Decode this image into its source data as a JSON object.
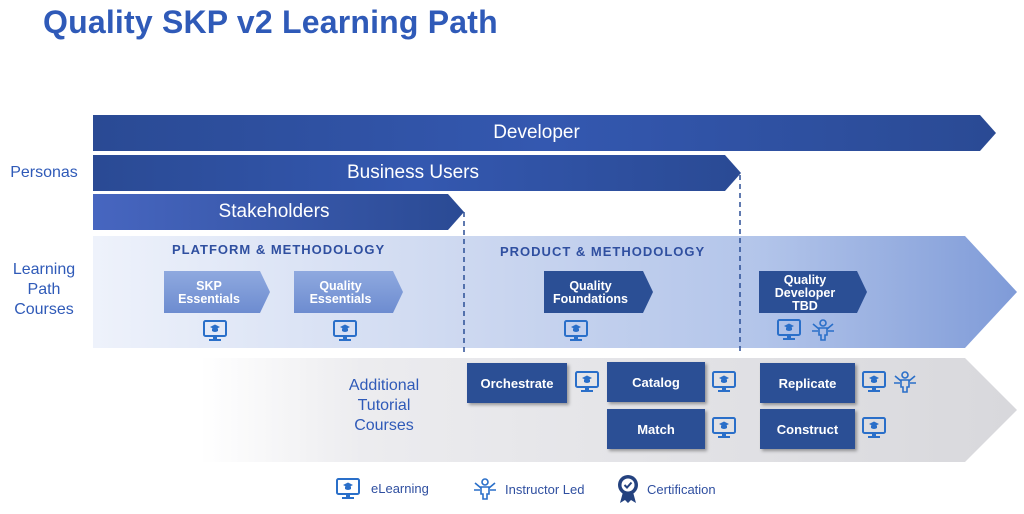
{
  "title": "Quality SKP v2 Learning Path",
  "row_labels": {
    "personas": "Personas",
    "learning_path": [
      "Learning",
      "Path",
      "Courses"
    ],
    "additional": [
      "Additional",
      "Tutorial",
      "Courses"
    ]
  },
  "personas": {
    "developer": "Developer",
    "business_users": "Business Users",
    "stakeholders": "Stakeholders"
  },
  "sections": {
    "platform": "PLATFORM & METHODOLOGY",
    "product": "PRODUCT & METHODOLOGY"
  },
  "learning_courses": {
    "skp_essentials": [
      "SKP",
      "Essentials"
    ],
    "quality_essentials": [
      "Quality",
      "Essentials"
    ],
    "quality_foundations": [
      "Quality",
      "Foundations"
    ],
    "quality_developer": [
      "Quality",
      "Developer",
      "TBD"
    ]
  },
  "tutorials": {
    "orchestrate": "Orchestrate",
    "catalog": "Catalog",
    "match": "Match",
    "replicate": "Replicate",
    "construct": "Construct"
  },
  "legend": {
    "elearning": "eLearning",
    "instructor_led": "Instructor Led",
    "certification": "Certification"
  },
  "icons": [
    "elearning-icon",
    "instructor-led-icon",
    "certification-icon"
  ],
  "colors": {
    "title": "#2f5ab8",
    "persona_bar": "#2b4f95",
    "box": "#2b4f95",
    "icon": "#2a6fc9"
  }
}
